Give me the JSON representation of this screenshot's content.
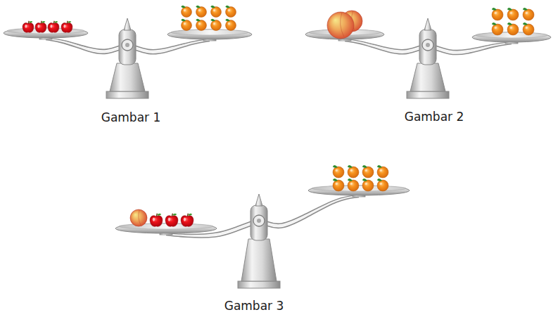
{
  "diagram": {
    "labels": [
      "Gambar 1",
      "Gambar 2",
      "Gambar 3"
    ]
  }
}
